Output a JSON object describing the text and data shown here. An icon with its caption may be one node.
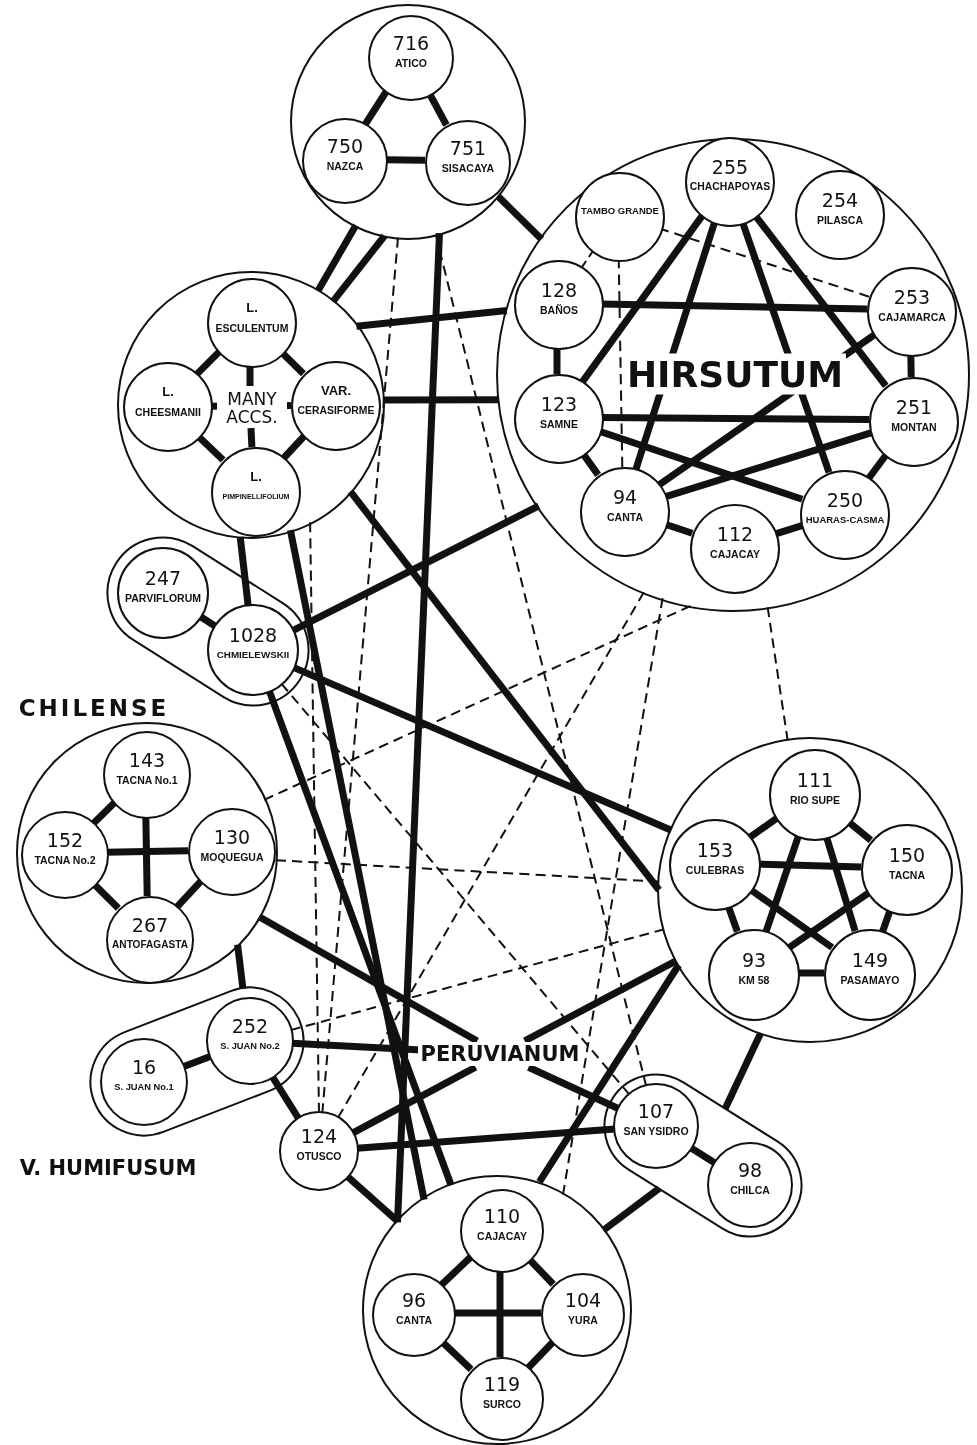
{
  "diagram": {
    "nodes": [
      {
        "text": [],
        "shape": "circle"
      },
      {
        "text": [
          "716",
          "ATICO"
        ],
        "in": 0
      },
      {
        "text": [
          "750",
          "NAZCA"
        ],
        "in": 0
      },
      {
        "text": [
          "751",
          "SISACAYA"
        ],
        "in": 0
      },
      {
        "text": [
          "HIRSUTUM"
        ]
      },
      {
        "text": [
          "255",
          "CHACHAPOYAS"
        ],
        "in": 4
      },
      {
        "text": [
          "TAMBO GRANDE"
        ],
        "in": 4
      },
      {
        "text": [
          "254",
          "PILASCA"
        ],
        "in": 4
      },
      {
        "text": [
          "128",
          "BAÑOS"
        ],
        "in": 4
      },
      {
        "text": [
          "253",
          "CAJAMARCA"
        ],
        "in": 4
      },
      {
        "text": [
          "123",
          "SAMNE"
        ],
        "in": 4
      },
      {
        "text": [
          "251",
          "MONTAN"
        ],
        "in": 4
      },
      {
        "text": [
          "94",
          "CANTA"
        ],
        "in": 4
      },
      {
        "text": [
          "250",
          "HUARAS-CASMA"
        ],
        "in": 4
      },
      {
        "text": [
          "112",
          "CAJACAY"
        ],
        "in": 4
      },
      {
        "text": [],
        "shape": "circle"
      },
      {
        "text": [
          "MANY ACCS."
        ],
        "in": 15
      },
      {
        "text": [
          "L.",
          "ESCULENTUM"
        ],
        "in": 15
      },
      {
        "text": [
          "L.",
          "CHEESMANII"
        ],
        "in": 15
      },
      {
        "text": [
          "VAR.",
          "CERASIFORME"
        ],
        "in": 15
      },
      {
        "text": [
          "L.",
          "PIMPINELLIFOLIUM"
        ],
        "in": 15
      },
      {
        "text": [],
        "shape": "capsule"
      },
      {
        "text": [
          "247",
          "PARVIFLORUM"
        ],
        "in": 21
      },
      {
        "text": [
          "1028",
          "CHMIELEWSKII"
        ],
        "in": 21
      },
      {
        "text": [
          "CHILENSE"
        ]
      },
      {
        "text": [
          "143",
          "TACNA No.1"
        ],
        "in": 24
      },
      {
        "text": [
          "152",
          "TACNA No.2"
        ],
        "in": 24
      },
      {
        "text": [
          "130",
          "MOQUEGUA"
        ],
        "in": 24
      },
      {
        "text": [
          "267",
          "ANTOFAGASTA"
        ],
        "in": 24
      },
      {
        "text": [],
        "shape": "circle"
      },
      {
        "text": [
          "111",
          "RIO SUPE"
        ],
        "in": 29
      },
      {
        "text": [
          "153",
          "CULEBRAS"
        ],
        "in": 29
      },
      {
        "text": [
          "150",
          "TACNA"
        ],
        "in": 29
      },
      {
        "text": [
          "93",
          "KM 58"
        ],
        "in": 29
      },
      {
        "text": [
          "149",
          "PASAMAYO"
        ],
        "in": 29
      },
      {
        "text": [
          "V. HUMIFUSUM"
        ]
      },
      {
        "text": [
          "16",
          "S. JUAN No.1"
        ],
        "in": 35
      },
      {
        "text": [
          "252",
          "S. JUAN No.2"
        ],
        "in": 35
      },
      {
        "text": [
          "124",
          "OTUSCO"
        ]
      },
      {
        "text": [],
        "shape": "capsule"
      },
      {
        "text": [
          "107",
          "SAN YSIDRO"
        ],
        "in": 39
      },
      {
        "text": [
          "98",
          "CHILCA"
        ],
        "in": 39
      },
      {
        "text": [],
        "shape": "circle"
      },
      {
        "text": [
          "110",
          "CAJACAY"
        ],
        "in": 42
      },
      {
        "text": [
          "96",
          "CANTA"
        ],
        "in": 42
      },
      {
        "text": [
          "104",
          "YURA"
        ],
        "in": 42
      },
      {
        "text": [
          "119",
          "SURCO"
        ],
        "in": 42
      },
      {
        "text": [
          "PERUVIANUM"
        ]
      }
    ],
    "edges": [
      {
        "from": 1,
        "to": 2,
        "arrow": "none"
      },
      {
        "from": 1,
        "to": 3,
        "arrow": "none"
      },
      {
        "from": 2,
        "to": 3,
        "arrow": "none"
      },
      {
        "from": 5,
        "to": 10,
        "arrow": "none"
      },
      {
        "from": 5,
        "to": 12,
        "arrow": "none"
      },
      {
        "from": 5,
        "to": 13,
        "arrow": "none"
      },
      {
        "from": 5,
        "to": 11,
        "arrow": "none"
      },
      {
        "from": 8,
        "to": 9,
        "arrow": "none"
      },
      {
        "from": 8,
        "to": 10,
        "arrow": "none"
      },
      {
        "from": 9,
        "to": 11,
        "arrow": "none"
      },
      {
        "from": 9,
        "to": 12,
        "arrow": "none"
      },
      {
        "from": 10,
        "to": 11,
        "arrow": "none"
      },
      {
        "from": 10,
        "to": 12,
        "arrow": "none"
      },
      {
        "from": 10,
        "to": 13,
        "arrow": "none"
      },
      {
        "from": 11,
        "to": 12,
        "arrow": "none"
      },
      {
        "from": 11,
        "to": 13,
        "arrow": "none"
      },
      {
        "from": 12,
        "to": 14,
        "arrow": "none"
      },
      {
        "from": 13,
        "to": 14,
        "arrow": "none"
      },
      {
        "from": 6,
        "to": 8,
        "arrow": "none",
        "style": "dashed"
      },
      {
        "from": 6,
        "to": 9,
        "arrow": "none",
        "style": "dashed"
      },
      {
        "from": 6,
        "to": 12,
        "arrow": "none",
        "style": "dashed"
      },
      {
        "from": 16,
        "to": 17,
        "arrow": "none"
      },
      {
        "from": 16,
        "to": 18,
        "arrow": "none"
      },
      {
        "from": 16,
        "to": 19,
        "arrow": "none"
      },
      {
        "from": 16,
        "to": 20,
        "arrow": "none"
      },
      {
        "from": 17,
        "to": 18,
        "arrow": "none"
      },
      {
        "from": 17,
        "to": 19,
        "arrow": "none"
      },
      {
        "from": 18,
        "to": 20,
        "arrow": "none"
      },
      {
        "from": 19,
        "to": 20,
        "arrow": "none"
      },
      {
        "from": 22,
        "to": 23,
        "arrow": "none"
      },
      {
        "from": 25,
        "to": 26,
        "arrow": "none"
      },
      {
        "from": 25,
        "to": 28,
        "arrow": "none"
      },
      {
        "from": 26,
        "to": 27,
        "arrow": "none"
      },
      {
        "from": 26,
        "to": 28,
        "arrow": "none"
      },
      {
        "from": 27,
        "to": 28,
        "arrow": "none"
      },
      {
        "from": 30,
        "to": 31,
        "arrow": "none"
      },
      {
        "from": 30,
        "to": 32,
        "arrow": "none"
      },
      {
        "from": 31,
        "to": 33,
        "arrow": "none"
      },
      {
        "from": 32,
        "to": 34,
        "arrow": "none"
      },
      {
        "from": 33,
        "to": 34,
        "arrow": "none"
      },
      {
        "from": 30,
        "to": 33,
        "arrow": "none"
      },
      {
        "from": 30,
        "to": 34,
        "arrow": "none"
      },
      {
        "from": 31,
        "to": 32,
        "arrow": "none"
      },
      {
        "from": 31,
        "to": 34,
        "arrow": "none"
      },
      {
        "from": 32,
        "to": 33,
        "arrow": "none"
      },
      {
        "from": 36,
        "to": 37,
        "arrow": "none"
      },
      {
        "from": 40,
        "to": 41,
        "arrow": "none"
      },
      {
        "from": 43,
        "to": 44,
        "arrow": "none"
      },
      {
        "from": 43,
        "to": 45,
        "arrow": "none"
      },
      {
        "from": 44,
        "to": 46,
        "arrow": "none"
      },
      {
        "from": 45,
        "to": 46,
        "arrow": "none"
      },
      {
        "from": 43,
        "to": 46,
        "arrow": "none"
      },
      {
        "from": 44,
        "to": 45,
        "arrow": "none"
      },
      {
        "from": 0,
        "to": 4,
        "arrow": "none"
      },
      {
        "from": 0,
        "to": 15,
        "arrow": "none"
      },
      {
        "from": 0,
        "to": 15,
        "arrow": "none"
      },
      {
        "from": 15,
        "to": 4,
        "arrow": "none"
      },
      {
        "from": 15,
        "to": 4,
        "arrow": "none"
      },
      {
        "from": 23,
        "to": 4,
        "arrow": "none"
      },
      {
        "from": 15,
        "to": 23,
        "arrow": "none"
      },
      {
        "from": 24,
        "to": 35,
        "arrow": "none"
      },
      {
        "from": 37,
        "to": 38,
        "arrow": "none"
      },
      {
        "from": 38,
        "to": 42,
        "arrow": "none"
      },
      {
        "from": 29,
        "to": 42,
        "arrow": "none"
      },
      {
        "from": 29,
        "to": 39,
        "arrow": "none"
      },
      {
        "from": 39,
        "to": 42,
        "arrow": "none"
      },
      {
        "from": 37,
        "to": 47,
        "arrow": "none"
      },
      {
        "from": 38,
        "to": 47,
        "arrow": "none"
      },
      {
        "from": 47,
        "to": 40,
        "arrow": "none"
      },
      {
        "from": 47,
        "to": 29,
        "arrow": "none"
      },
      {
        "from": 38,
        "to": 40,
        "arrow": "none"
      },
      {
        "from": 24,
        "to": 47,
        "arrow": "none"
      },
      {
        "from": 0,
        "to": 42,
        "arrow": "none"
      },
      {
        "from": 15,
        "to": 42,
        "arrow": "none"
      },
      {
        "from": 15,
        "to": 29,
        "arrow": "none"
      },
      {
        "from": 23,
        "to": 42,
        "arrow": "none"
      },
      {
        "from": 23,
        "to": 29,
        "arrow": "none"
      },
      {
        "from": 0,
        "to": 38,
        "arrow": "none",
        "style": "dashed"
      },
      {
        "from": 0,
        "to": 40,
        "arrow": "none",
        "style": "dashed"
      },
      {
        "from": 15,
        "to": 38,
        "arrow": "none",
        "style": "dashed"
      },
      {
        "from": 4,
        "to": 29,
        "arrow": "none",
        "style": "dashed"
      },
      {
        "from": 4,
        "to": 42,
        "arrow": "none",
        "style": "dashed"
      },
      {
        "from": 4,
        "to": 24,
        "arrow": "none",
        "style": "dashed"
      },
      {
        "from": 4,
        "to": 38,
        "arrow": "none",
        "style": "dashed"
      },
      {
        "from": 23,
        "to": 40,
        "arrow": "none",
        "style": "dashed"
      },
      {
        "from": 24,
        "to": 29,
        "arrow": "none",
        "style": "dashed"
      },
      {
        "from": 37,
        "to": 29,
        "arrow": "none",
        "style": "dashed"
      }
    ]
  }
}
